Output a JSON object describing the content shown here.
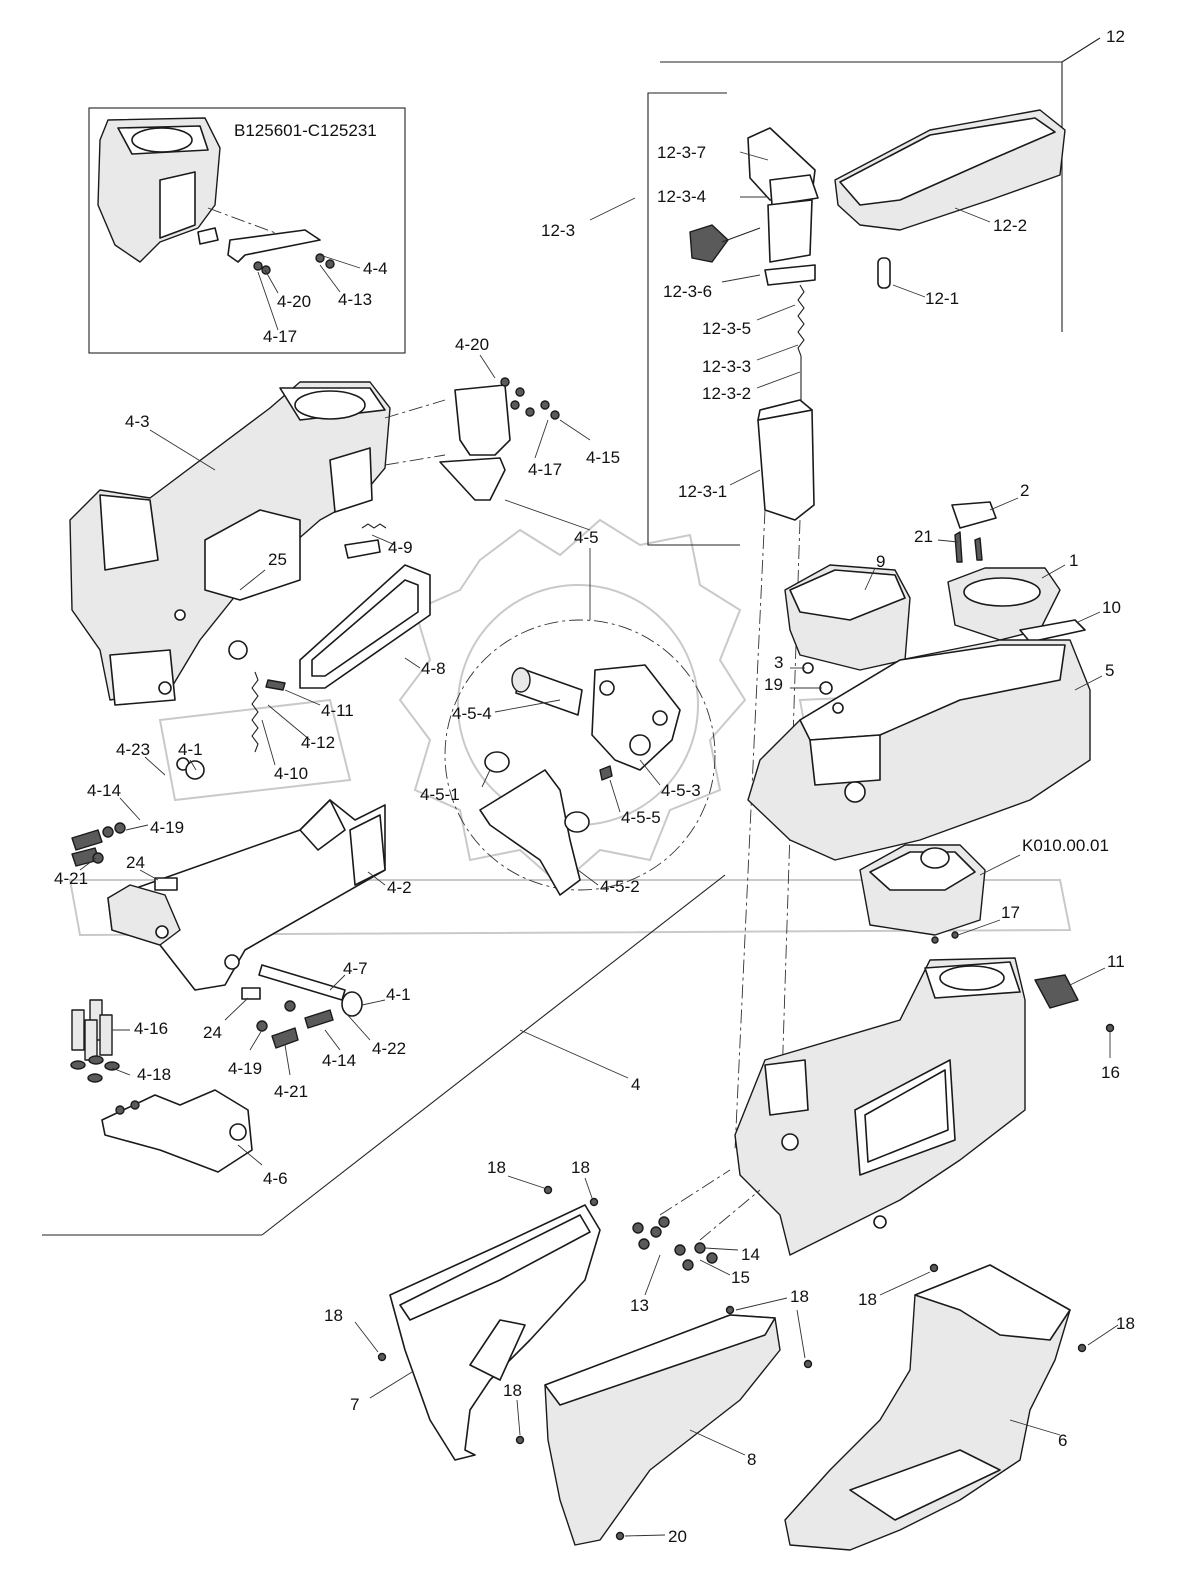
{
  "diagram": {
    "inset_label": "B125601-C125231",
    "kit_label": "K010.00.01",
    "callouts": {
      "c12": "12",
      "c12_3_7": "12-3-7",
      "c12_3_4": "12-3-4",
      "c12_3": "12-3",
      "c12_2": "12-2",
      "c12_3_6": "12-3-6",
      "c12_1": "12-1",
      "c12_3_5": "12-3-5",
      "c12_3_3": "12-3-3",
      "c12_3_2": "12-3-2",
      "c12_3_1": "12-3-1",
      "c4_4": "4-4",
      "c4_13": "4-13",
      "c4_20a": "4-20",
      "c4_17a": "4-17",
      "c4_3": "4-3",
      "c4_20b": "4-20",
      "c4_17b": "4-17",
      "c4_15": "4-15",
      "c4_9": "4-9",
      "c25": "25",
      "c4_5": "4-5",
      "c4_8": "4-8",
      "c4_11": "4-11",
      "c4_12": "4-12",
      "c4_10": "4-10",
      "c4_23": "4-23",
      "c4_1a": "4-1",
      "c4_14a": "4-14",
      "c4_19a": "4-19",
      "c4_21a": "4-21",
      "c24a": "24",
      "c4_2": "4-2",
      "c4_5_4": "4-5-4",
      "c4_5_1": "4-5-1",
      "c4_5_3": "4-5-3",
      "c4_5_5": "4-5-5",
      "c4_5_2": "4-5-2",
      "c4_7": "4-7",
      "c4_1b": "4-1",
      "c4_22": "4-22",
      "c4_14b": "4-14",
      "c24b": "24",
      "c4_19b": "4-19",
      "c4_21b": "4-21",
      "c4_16": "4-16",
      "c4_18": "4-18",
      "c4_6": "4-6",
      "c4": "4",
      "c2": "2",
      "c21": "21",
      "c1": "1",
      "c9": "9",
      "c10": "10",
      "c3": "3",
      "c19": "19",
      "c5": "5",
      "c17": "17",
      "c11": "11",
      "c16": "16",
      "c18a": "18",
      "c18b": "18",
      "c14": "14",
      "c15": "15",
      "c13": "13",
      "c18c": "18",
      "c18d": "18",
      "c18e": "18",
      "c18f": "18",
      "c18g": "18",
      "c7": "7",
      "c8": "8",
      "c6": "6",
      "c20": "20"
    }
  }
}
